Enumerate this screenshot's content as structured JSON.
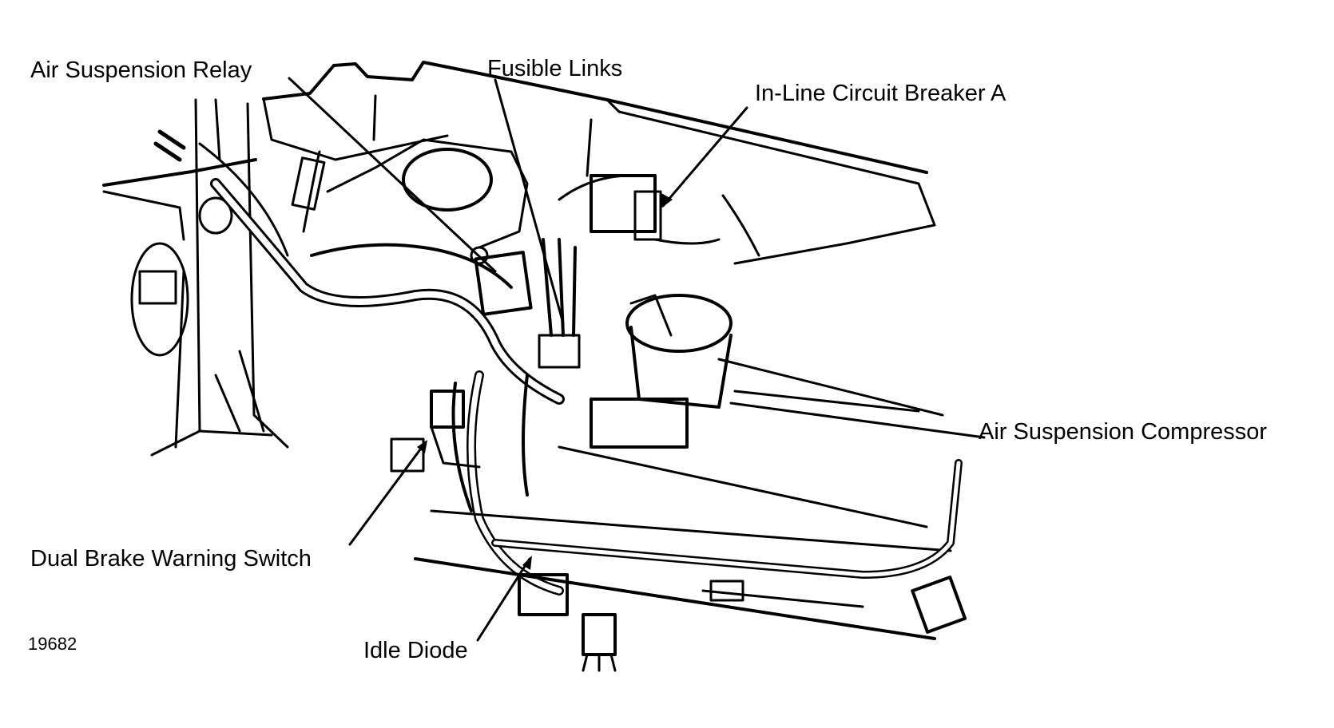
{
  "diagram": {
    "labels": {
      "air_suspension_relay": "Air Suspension Relay",
      "fusible_links": "Fusible Links",
      "in_line_circuit_breaker": "In-Line Circuit Breaker A",
      "air_suspension_compressor": "Air Suspension Compressor",
      "dual_brake_warning_switch": "Dual Brake Warning Switch",
      "idle_diode": "Idle Diode"
    },
    "figure_number": "19682"
  },
  "colors": {
    "ink": "#000000",
    "background": "#ffffff"
  }
}
